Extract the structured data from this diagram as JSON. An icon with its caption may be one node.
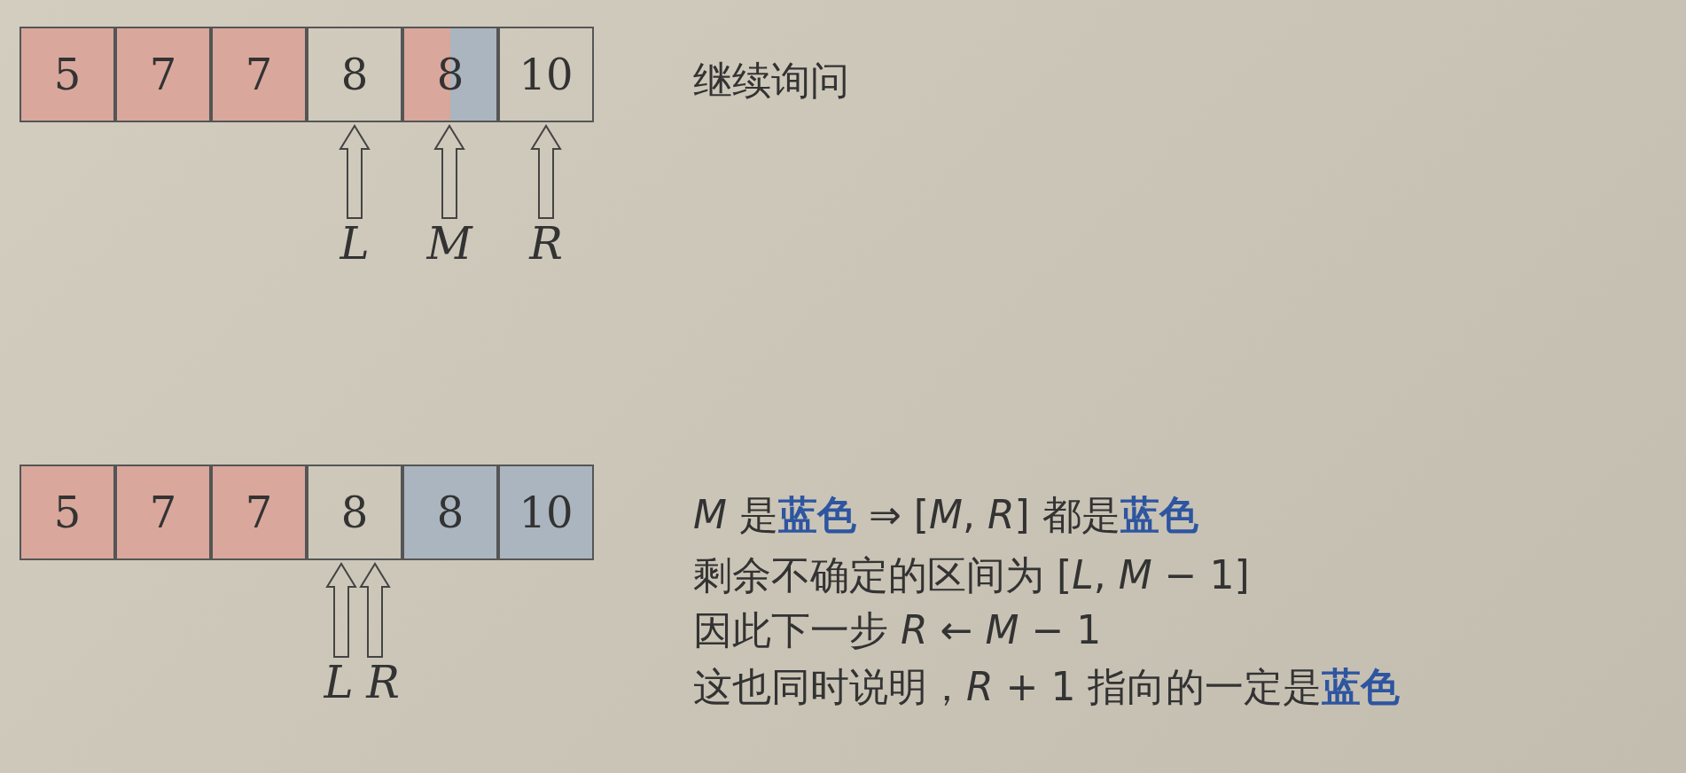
{
  "diagram": {
    "nodes": [
      {
        "text": [
          "5"
        ]
      },
      {
        "text": [
          "7"
        ]
      },
      {
        "text": [
          "7"
        ]
      },
      {
        "text": [
          "8"
        ]
      },
      {
        "text": [
          "8"
        ]
      },
      {
        "text": [
          "10"
        ]
      },
      {
        "text": [
          "L"
        ]
      },
      {
        "text": [
          "M"
        ]
      },
      {
        "text": [
          "R"
        ]
      },
      {
        "text": [
          "5"
        ]
      },
      {
        "text": [
          "7"
        ]
      },
      {
        "text": [
          "7"
        ]
      },
      {
        "text": [
          "8"
        ]
      },
      {
        "text": [
          "8"
        ]
      },
      {
        "text": [
          "10"
        ]
      },
      {
        "text": [
          "L"
        ]
      },
      {
        "text": [
          "R"
        ]
      }
    ],
    "edges": [
      {
        "from": 6,
        "to": 3,
        "arrow": "to"
      },
      {
        "from": 7,
        "to": 4,
        "arrow": "to"
      },
      {
        "from": 8,
        "to": 5,
        "arrow": "to"
      },
      {
        "from": 15,
        "to": 12,
        "arrow": "to"
      },
      {
        "from": 16,
        "to": 12,
        "arrow": "to"
      }
    ],
    "labels": [
      "继续询问",
      "*M* 是**蓝色** ⇒ [*M*, *R*] 都是**蓝色**",
      "剩余不确定的区间为 [*L*, *M* − 1]",
      "因此下一步 *R* ← *M* − 1",
      "这也同时说明，*R* + 1 指向的一定是**蓝色**"
    ]
  }
}
